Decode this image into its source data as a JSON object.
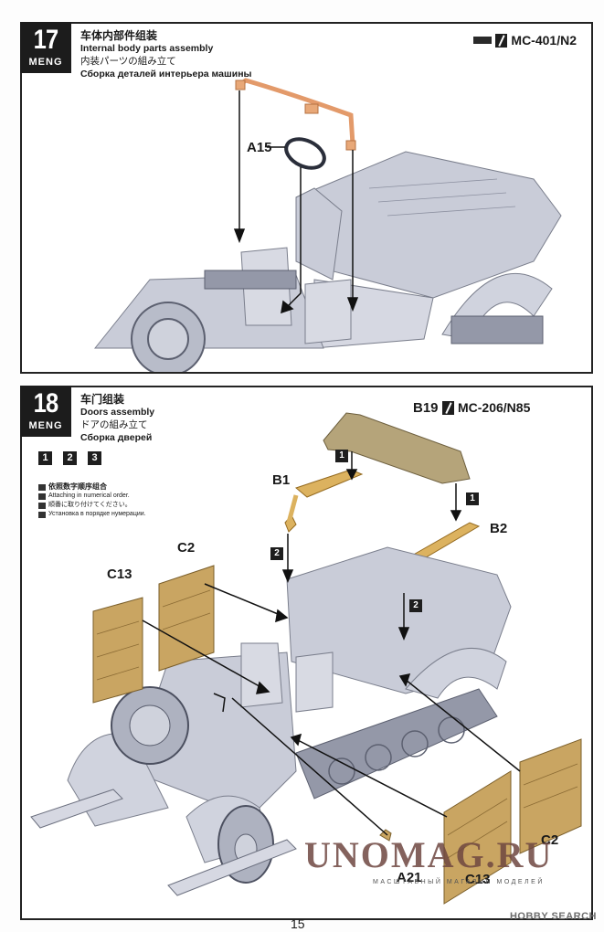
{
  "steps": [
    {
      "number": "17",
      "brand": "MENG",
      "title_cn": "车体内部件组装",
      "title_en": "Internal body parts assembly",
      "title_jp": "内装パーツの組み立て",
      "title_ru": "Сборка деталей интерьера машины",
      "paint": "MC-401/N2",
      "parts": [
        {
          "label": "A15"
        }
      ]
    },
    {
      "number": "18",
      "brand": "MENG",
      "title_cn": "车门组装",
      "title_en": "Doors assembly",
      "title_jp": "ドアの組み立て",
      "title_ru": "Сборка дверей",
      "order_numbers": [
        "1",
        "2",
        "3"
      ],
      "notes": {
        "cn": "依照数字顺序组合",
        "en": "Attaching in numerical order.",
        "jp": "順番に取り付けてください。",
        "ru": "Установка в порядке нумерации."
      },
      "paint_part": "B19",
      "paint": "MC-206/N85",
      "parts": [
        {
          "label": "B1"
        },
        {
          "label": "B2"
        },
        {
          "label": "C2"
        },
        {
          "label": "C13"
        },
        {
          "label": "C2"
        },
        {
          "label": "C13"
        },
        {
          "label": "A21"
        }
      ],
      "sequence_markers": [
        "1",
        "1",
        "2",
        "2"
      ]
    }
  ],
  "page_number": "15",
  "watermark": {
    "text": "UNOMAG.RU",
    "subtext": "МАСШТАБНЫЙ МАГАЗИН МОДЕЛЕЙ"
  },
  "credit": "HOBBY SEARCH",
  "colors": {
    "vehicle": "#c9ccd8",
    "handrail": "#e8a878",
    "doors": "#c9a562",
    "tarp": "#b5a47a"
  }
}
